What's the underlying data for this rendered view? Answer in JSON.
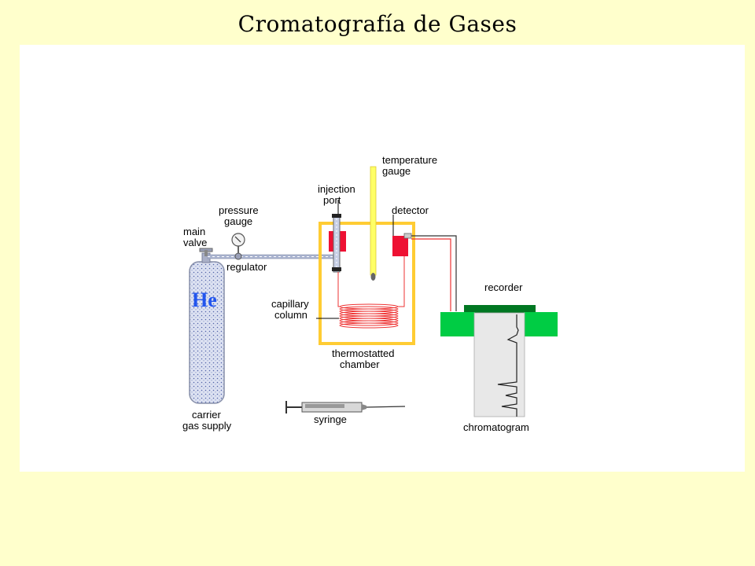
{
  "slide": {
    "title": "Cromatografía de Gases"
  },
  "diagram": {
    "labels": {
      "main_valve": [
        "main",
        "valve"
      ],
      "pressure_gauge": [
        "pressure",
        "gauge"
      ],
      "regulator": "regulator",
      "injection_port": [
        "injection",
        "port"
      ],
      "temperature_gauge": [
        "temperature",
        "gauge"
      ],
      "detector": "detector",
      "capillary_column": [
        "capillary",
        "column"
      ],
      "thermostatted_chamber": [
        "thermostatted",
        "chamber"
      ],
      "recorder": "recorder",
      "chromatogram": "chromatogram",
      "carrier_gas_supply": [
        "carrier",
        "gas supply"
      ],
      "syringe": "syringe",
      "cylinder_gas": "He"
    },
    "colors": {
      "chamber": "#ffcc33",
      "detector": "#ee1133",
      "injector_block": "#ee1133",
      "column_coil": "#ee3333",
      "recorder_body": "#00cc44",
      "recorder_top": "#007722",
      "temp_gauge": "#ffff66",
      "gas_tubing": "#99aacc",
      "cylinder": "#c8d0e6"
    }
  }
}
